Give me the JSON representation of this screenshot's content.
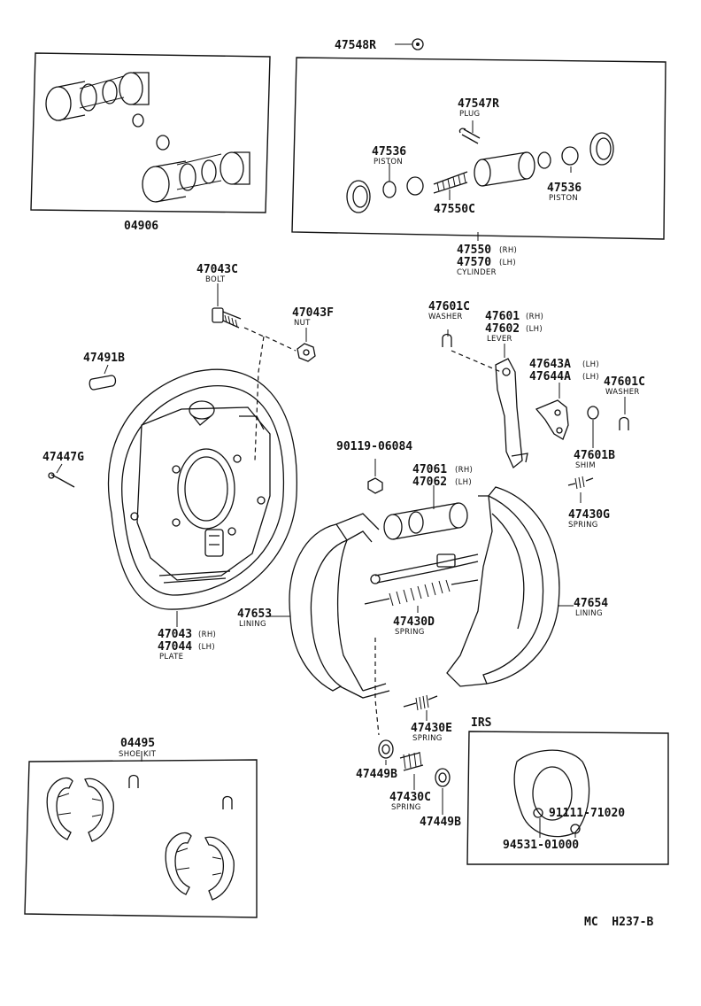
{
  "labels": {
    "p47548R": "47548R",
    "p47547R": "47547R",
    "plug": "PLUG",
    "p47536a": "47536",
    "piston_a": "PISTON",
    "p47536b": "47536",
    "piston_b": "PISTON",
    "p47550C": "47550C",
    "p04906": "04906",
    "p47550": "47550",
    "rh1": "(RH)",
    "p47570": "47570",
    "lh1": "(LH)",
    "cylinder": "CYLINDER",
    "p47043C": "47043C",
    "bolt": "BOLT",
    "p47043F": "47043F",
    "nut": "NUT",
    "p47601C_a": "47601C",
    "washer_a": "WASHER",
    "p47601": "47601",
    "rh2": "(RH)",
    "p47602": "47602",
    "lh2": "(LH)",
    "lever": "LEVER",
    "p47491B": "47491B",
    "p47643A": "47643A",
    "lh3": "(LH)",
    "p47644A": "47644A",
    "lh4": "(LH)",
    "p47601C_b": "47601C",
    "washer_b": "WASHER",
    "p47447G": "47447G",
    "p90119": "90119-06084",
    "p47061": "47061",
    "rh3": "(RH)",
    "p47062": "47062",
    "lh5": "(LH)",
    "p47601B": "47601B",
    "shim": "SHIM",
    "p47430G": "47430G",
    "spring_g": "SPRING",
    "p47653": "47653",
    "lining_a": "LINING",
    "p47654": "47654",
    "lining_b": "LINING",
    "p47430D": "47430D",
    "spring_d": "SPRING",
    "p47043": "47043",
    "rh4": "(RH)",
    "p47044": "47044",
    "lh6": "(LH)",
    "plate": "PLATE",
    "p04495": "04495",
    "shoe_kit": "SHOE KIT",
    "p47430E": "47430E",
    "spring_e": "SPRING",
    "irs": "IRS",
    "p47449B_a": "47449B",
    "p47430C": "47430C",
    "spring_c": "SPRING",
    "p47449B_b": "47449B",
    "p91111": "91111-71020",
    "p94531": "94531-01000",
    "code": "MC  H237-B"
  }
}
